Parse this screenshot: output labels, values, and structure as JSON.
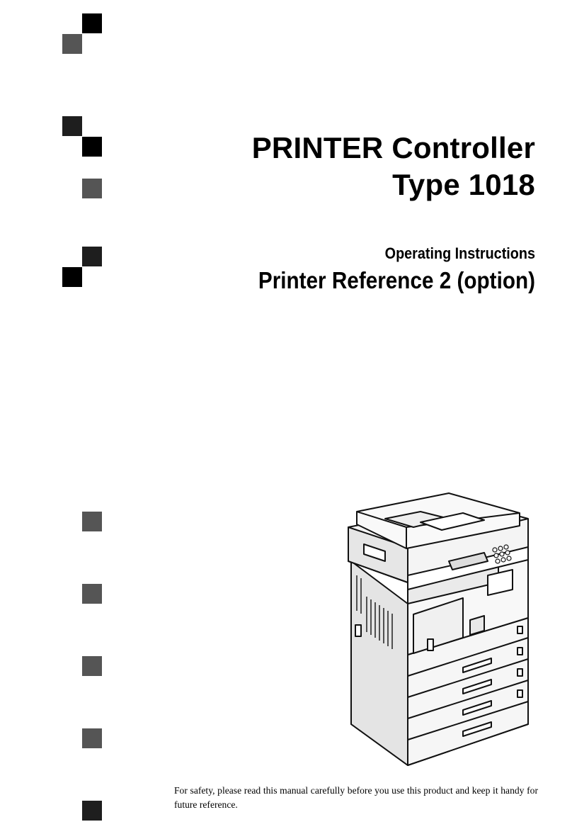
{
  "title": {
    "line1": "PRINTER Controller",
    "line2": "Type 1018"
  },
  "subtitle": {
    "line1": "Operating Instructions",
    "line2": "Printer Reference 2 (option)"
  },
  "safety_note": "For safety, please read this manual carefully before you use this product and keep it handy for future reference.",
  "colors": {
    "square_black": "#000000",
    "square_dark": "#1e1e1e",
    "square_gray": "#555555",
    "printer_body": "#f2f2f2",
    "printer_line": "#111111"
  },
  "icons": {
    "product_image": "multifunction-printer-illustration"
  }
}
